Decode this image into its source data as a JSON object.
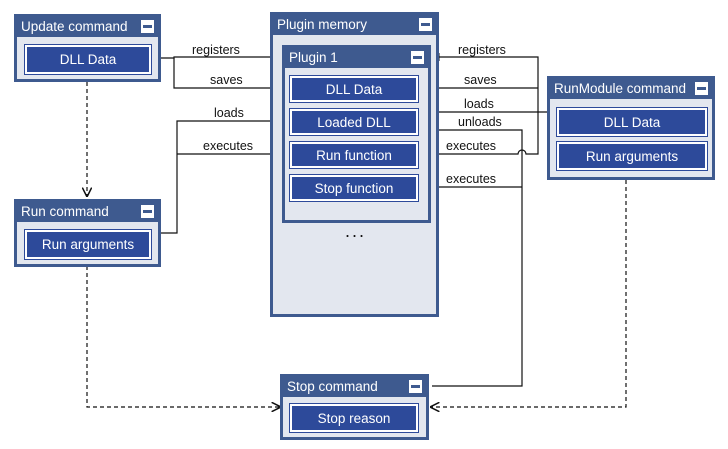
{
  "nodes": {
    "update": {
      "title": "Update command",
      "items": [
        "DLL Data"
      ]
    },
    "run": {
      "title": "Run command",
      "items": [
        "Run arguments"
      ]
    },
    "memory": {
      "title": "Plugin memory"
    },
    "plugin1": {
      "title": "Plugin 1",
      "items": [
        "DLL Data",
        "Loaded DLL",
        "Run function",
        "Stop function"
      ]
    },
    "ellipsis": "...",
    "runmodule": {
      "title": "RunModule command",
      "items": [
        "DLL Data",
        "Run arguments"
      ]
    },
    "stop": {
      "title": "Stop command",
      "items": [
        "Stop reason"
      ]
    }
  },
  "edges": {
    "left_registers": "registers",
    "left_saves": "saves",
    "left_loads": "loads",
    "left_executes": "executes",
    "right_registers": "registers",
    "right_saves": "saves",
    "right_loads": "loads",
    "right_unloads": "unloads",
    "right_executes_run": "executes",
    "right_executes_stop": "executes"
  },
  "colors": {
    "panel_header": "#3e5a8f",
    "panel_body": "#e3e7ef",
    "item_fill": "#2d4a9a",
    "line": "#111111"
  },
  "icons": {
    "collapse": "minus-box-icon"
  }
}
